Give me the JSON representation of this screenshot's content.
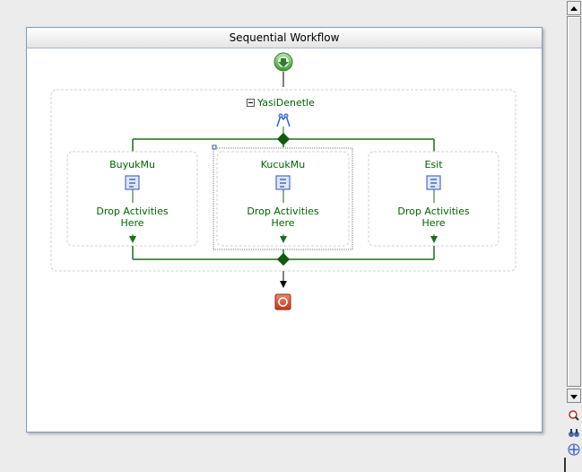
{
  "workflow": {
    "title": "Sequential Workflow"
  },
  "parallel": {
    "name": "YasiDenetle",
    "branches": [
      {
        "name": "BuyukMu",
        "placeholder": "Drop Activities\nHere"
      },
      {
        "name": "KucukMu",
        "placeholder": "Drop Activities\nHere"
      },
      {
        "name": "Esit",
        "placeholder": "Drop Activities\nHere"
      }
    ]
  },
  "icons": {
    "start": "start-arrow-icon",
    "end": "stop-icon",
    "parallel": "parallel-activity-icon",
    "branch": "ifelse-branch-icon",
    "collapse": "collapse-minus-icon",
    "scroll_up": "scroll-up-arrow-icon",
    "scroll_down": "scroll-down-arrow-icon",
    "zoom": "zoom-icon",
    "find": "binoculars-icon",
    "pan": "pan-icon"
  },
  "colors": {
    "connector": "#1a6e1a",
    "label": "#006400",
    "border": "#7f9db9",
    "stop": "#d9411a"
  }
}
